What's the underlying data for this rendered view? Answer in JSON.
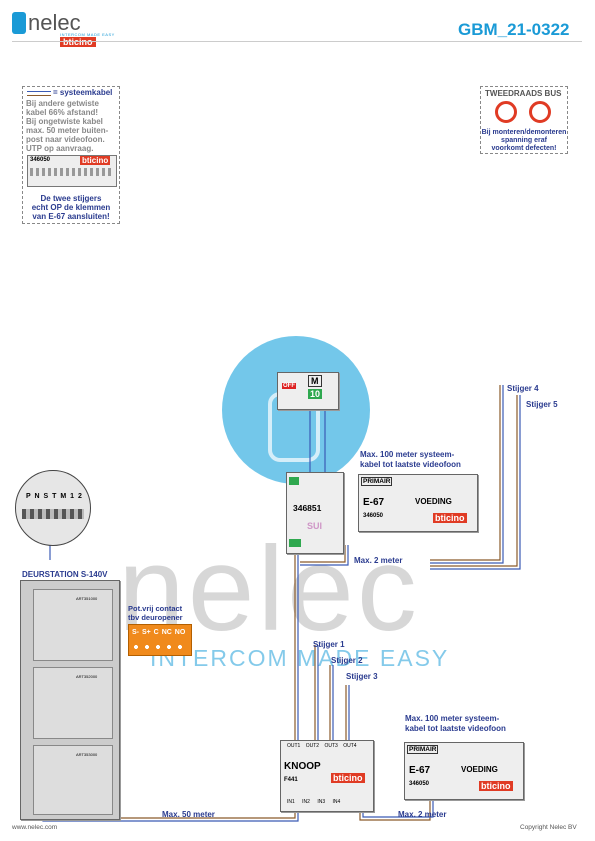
{
  "header": {
    "doc_code": "GBM_21-0322",
    "logo_brand": "nelec",
    "logo_tagline": "INTERCOM MADE EASY",
    "logo_partner": "bticino"
  },
  "note": {
    "legend_text": "= systeemkabel",
    "lines": [
      "Bij andere getwiste",
      "kabel 66% afstand!",
      "Bij ongetwiste kabel",
      "max. 50 meter buiten-",
      "post naar videofoon.",
      "UTP op aanvraag."
    ],
    "module_code": "346050",
    "module_brand": "bticino",
    "bottom_lines": [
      "De twee stijgers",
      "echt OP de klemmen",
      "van E-67 aansluiten!"
    ]
  },
  "bus_warning": {
    "title": "TWEEDRAADS BUS",
    "lines": [
      "Bij monteren/demonteren",
      "spanning eraf",
      "voorkomt defecten!"
    ]
  },
  "switch": {
    "off_label": "OFF",
    "m_label": "M",
    "value": "10"
  },
  "door_station": {
    "title": "DEURSTATION S-140V",
    "terminals": [
      "P",
      "N",
      "S",
      "T",
      "M",
      "1",
      "2"
    ],
    "module_codes": [
      "ART351000",
      "ART352000",
      "ART353000"
    ]
  },
  "contact": {
    "line1": "Pot.vrij contact",
    "line2": "tbv deuropener",
    "terminals": [
      "S-",
      "S+",
      "C",
      "NC",
      "NO"
    ]
  },
  "interface": {
    "code": "346851",
    "sub": "SUI"
  },
  "psu_top": {
    "primair": "PRIMAIR",
    "model": "E-67",
    "voeding": "VOEDING",
    "code": "346050",
    "brand": "bticino"
  },
  "psu_bottom": {
    "primair": "PRIMAIR",
    "model": "E-67",
    "voeding": "VOEDING",
    "code": "346050",
    "brand": "bticino"
  },
  "knoop": {
    "label": "KNOOP",
    "code": "F441",
    "brand": "bticino",
    "inputs": [
      "IN1",
      "IN2",
      "IN3",
      "IN4"
    ],
    "outputs": [
      "OUT1",
      "OUT2",
      "OUT3",
      "OUT4"
    ]
  },
  "labels": {
    "stijger4": "Stijger 4",
    "stijger5": "Stijger 5",
    "max100_top_1": "Max. 100 meter systeem-",
    "max100_top_2": "kabel tot laatste videofoon",
    "max2_top": "Max. 2 meter",
    "stijger1": "Stijger 1",
    "stijger2": "Stijger 2",
    "stijger3": "Stijger 3",
    "max100_bot_1": "Max. 100 meter systeem-",
    "max100_bot_2": "kabel tot laatste videofoon",
    "max50": "Max. 50 meter",
    "max2_bot": "Max. 2 meter"
  },
  "watermark": {
    "word": "nelec",
    "tagline": "INTERCOM MADE EASY"
  },
  "footer": {
    "left": "www.nelec.com",
    "right": "Copyright Nelec BV"
  },
  "colors": {
    "accent": "#1a9ad6",
    "label": "#2a3b8f",
    "brand_red": "#e03b24",
    "cable_brown": "#8a5a2b",
    "cable_blue": "#3b5bb5"
  }
}
